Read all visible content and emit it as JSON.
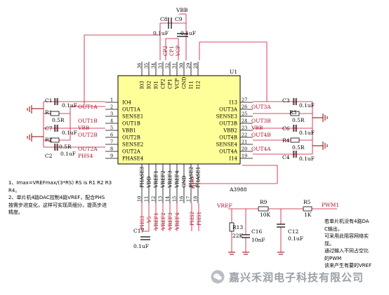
{
  "chip": {
    "ref": "U1",
    "part": "A3988",
    "left_pins": [
      {
        "name": "IO4",
        "num": "1"
      },
      {
        "name": "OUT1A",
        "num": "2"
      },
      {
        "name": "SENSE1",
        "num": "3"
      },
      {
        "name": "OUT1B",
        "num": "4"
      },
      {
        "name": "VBB1",
        "num": "5"
      },
      {
        "name": "OUT2B",
        "num": "6"
      },
      {
        "name": "SENSE2",
        "num": "7"
      },
      {
        "name": "OUT2A",
        "num": "8"
      },
      {
        "name": "PHASE4",
        "num": "9"
      }
    ],
    "right_pins": [
      {
        "name": "I13",
        "num": "27"
      },
      {
        "name": "OUT3A",
        "num": "26"
      },
      {
        "name": "SENSE3",
        "num": "25"
      },
      {
        "name": "OUT3B",
        "num": "24"
      },
      {
        "name": "VBB2",
        "num": "23"
      },
      {
        "name": "OUT4B",
        "num": "22"
      },
      {
        "name": "SENSE4",
        "num": "21"
      },
      {
        "name": "OUT4A",
        "num": "20"
      },
      {
        "name": "I14",
        "num": "19"
      }
    ],
    "top_pins": [
      {
        "name": "I03",
        "num": "36"
      },
      {
        "name": "I02",
        "num": "35"
      },
      {
        "name": "I01",
        "num": "34"
      },
      {
        "name": "CP2",
        "num": "33"
      },
      {
        "name": "CP1",
        "num": "32"
      },
      {
        "name": "VCP",
        "num": "31"
      },
      {
        "name": "GND",
        "num": "30"
      },
      {
        "name": "I11",
        "num": "29"
      },
      {
        "name": "I12",
        "num": "28"
      }
    ],
    "bottom_pins": [
      {
        "name": "PHASE3",
        "num": "10"
      },
      {
        "name": "VDD",
        "num": "11"
      },
      {
        "name": "VREF1",
        "num": "12"
      },
      {
        "name": "VREF2",
        "num": "13"
      },
      {
        "name": "VREF3",
        "num": "14"
      },
      {
        "name": "VREF4",
        "num": "15"
      },
      {
        "name": "GND",
        "num": "16"
      },
      {
        "name": "PHASE2",
        "num": "17"
      },
      {
        "name": "PHASE1",
        "num": "18"
      }
    ]
  },
  "top_labels": {
    "vbb": "VBB",
    "c8": "C8",
    "c9": "C9",
    "c8_val": "0.1uF",
    "c9_val": "0.1uF",
    "cp2": "CP2",
    "cp1": "CP1",
    "vcp": "VCP"
  },
  "left_labels": {
    "c1": "C1",
    "c1_val": "0.1uF",
    "r1": "R1",
    "r1_val": "0.5R",
    "c7": "C7",
    "c7_val": "0.1uF",
    "c2": "C2",
    "c2_val": "0.1uF",
    "r2": "R2",
    "r2_val": "0.5R",
    "out1a": "OUT1A",
    "out1b": "OUT1B",
    "vbb": "VBB",
    "out2b": "OUT2B",
    "out2a": "OUT2A",
    "phs4": "PHS4"
  },
  "right_labels": {
    "c3": "C3",
    "c3_val": "0.1uF",
    "r3": "R3",
    "r3_val": "0.5R",
    "c6": "C6",
    "c6_val": "0.1uF",
    "r4": "R4",
    "r4_val": "0.5R",
    "c4": "C4",
    "c4_val": "0.1uF",
    "out3a": "OUT3A",
    "out3b": "OUT3B",
    "vbb": "VBB",
    "out4b": "OUT4B",
    "out4a": "OUT4A"
  },
  "bottom_labels": {
    "phs3": "PHS3",
    "v5": "V5",
    "c17": "C17",
    "c17_val": "0.1uF",
    "vref_short": [
      "VREF1",
      "VREF2",
      "VREF3",
      "VREF4"
    ],
    "phs2": "PHS2",
    "phs1": "PHS1"
  },
  "filter": {
    "vref": "VREF",
    "r9": "R9",
    "r9_val": "10K",
    "r5": "R5",
    "r5_val": "1K",
    "pwm": "PWM1",
    "r13": "R13",
    "r13_val": "22K",
    "c16": "C16",
    "c16_val": "10nF",
    "c12": "C12",
    "c12_val": "0.1uF"
  },
  "notes": {
    "left": "1、Imax=VREFmax/(3*RS)    RS is R1 R2 R3 R4。\n2、单片机4路DAC控制4路VREF，配合PHS\n按需步进变化，这样可实现高细分，提高步进\n精度。",
    "right": "若单片机没有4路DA\nC输出，\n可采用此阻容网络实\n现。\n通过输入不同占空比\n的PWM\n该来产生有要的VREF"
  },
  "watermark": {
    "text": "嘉兴禾润电子科技有限公司",
    "logo": "wechat-icon"
  },
  "colors": {
    "wire": "#c8102e",
    "chip_fill": "#ffff99",
    "ground": "#8b0000"
  }
}
